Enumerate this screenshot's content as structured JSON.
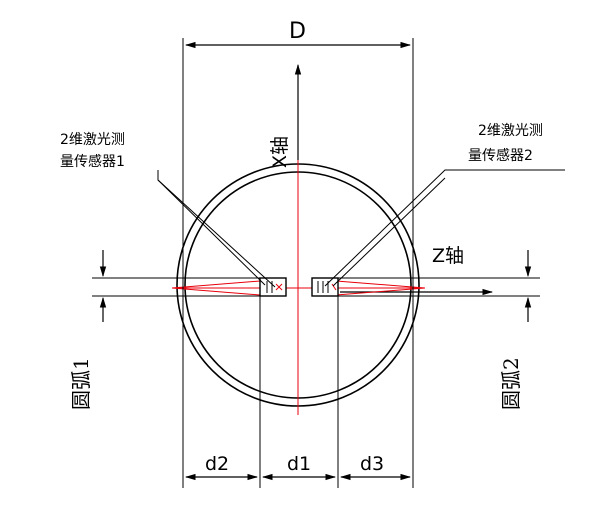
{
  "diagram": {
    "dimension_D": "D",
    "dimension_d1": "d1",
    "dimension_d2": "d2",
    "dimension_d3": "d3",
    "x_axis_label": "X轴",
    "z_axis_label": "Z轴",
    "sensor1_label_line1": "2维激光测",
    "sensor1_label_line2": "量传感器1",
    "sensor2_label_line1": "2维激光测",
    "sensor2_label_line2": "量传感器2",
    "arc1_label": "圆弧1",
    "arc2_label": "圆弧2",
    "colors": {
      "line": "#000000",
      "laser": "#e8000b"
    }
  }
}
